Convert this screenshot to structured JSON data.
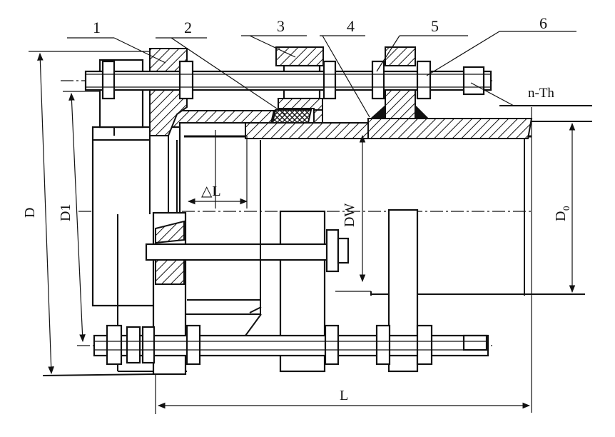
{
  "parts": [
    "1",
    "2",
    "3",
    "4",
    "5",
    "6"
  ],
  "labels": {
    "thread": "n-Th",
    "delta_l": "△L",
    "d": "D",
    "d1": "D1",
    "dw": "DW",
    "d0_base": "D",
    "d0_sub": "0",
    "l": "L"
  }
}
